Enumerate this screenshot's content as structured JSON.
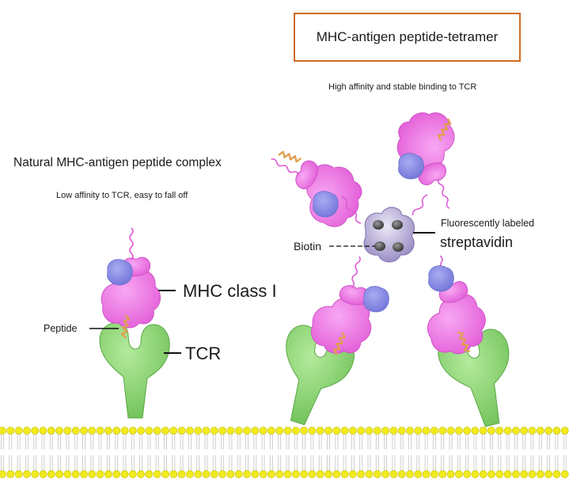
{
  "tetramer": {
    "title": "MHC-antigen peptide-tetramer",
    "subtitle": "High affinity and stable binding to TCR"
  },
  "natural": {
    "title": "Natural MHC-antigen peptide complex",
    "subtitle": "Low affinity to TCR, easy to fall off"
  },
  "labels": {
    "mhc": "MHC class I",
    "tcr": "TCR",
    "peptide": "Peptide",
    "biotin": "Biotin",
    "fluorescent": "Fluorescently labeled",
    "streptavidin": "streptavidin"
  },
  "colors": {
    "mhc": "#f07ae8",
    "tcr": "#8fd672",
    "b2m": "#8c8ee8",
    "peptide": "#e0a050",
    "streptavidin": "#a49ac8",
    "membrane_head": "#f2ea1c",
    "box_border": "#d2691e"
  }
}
